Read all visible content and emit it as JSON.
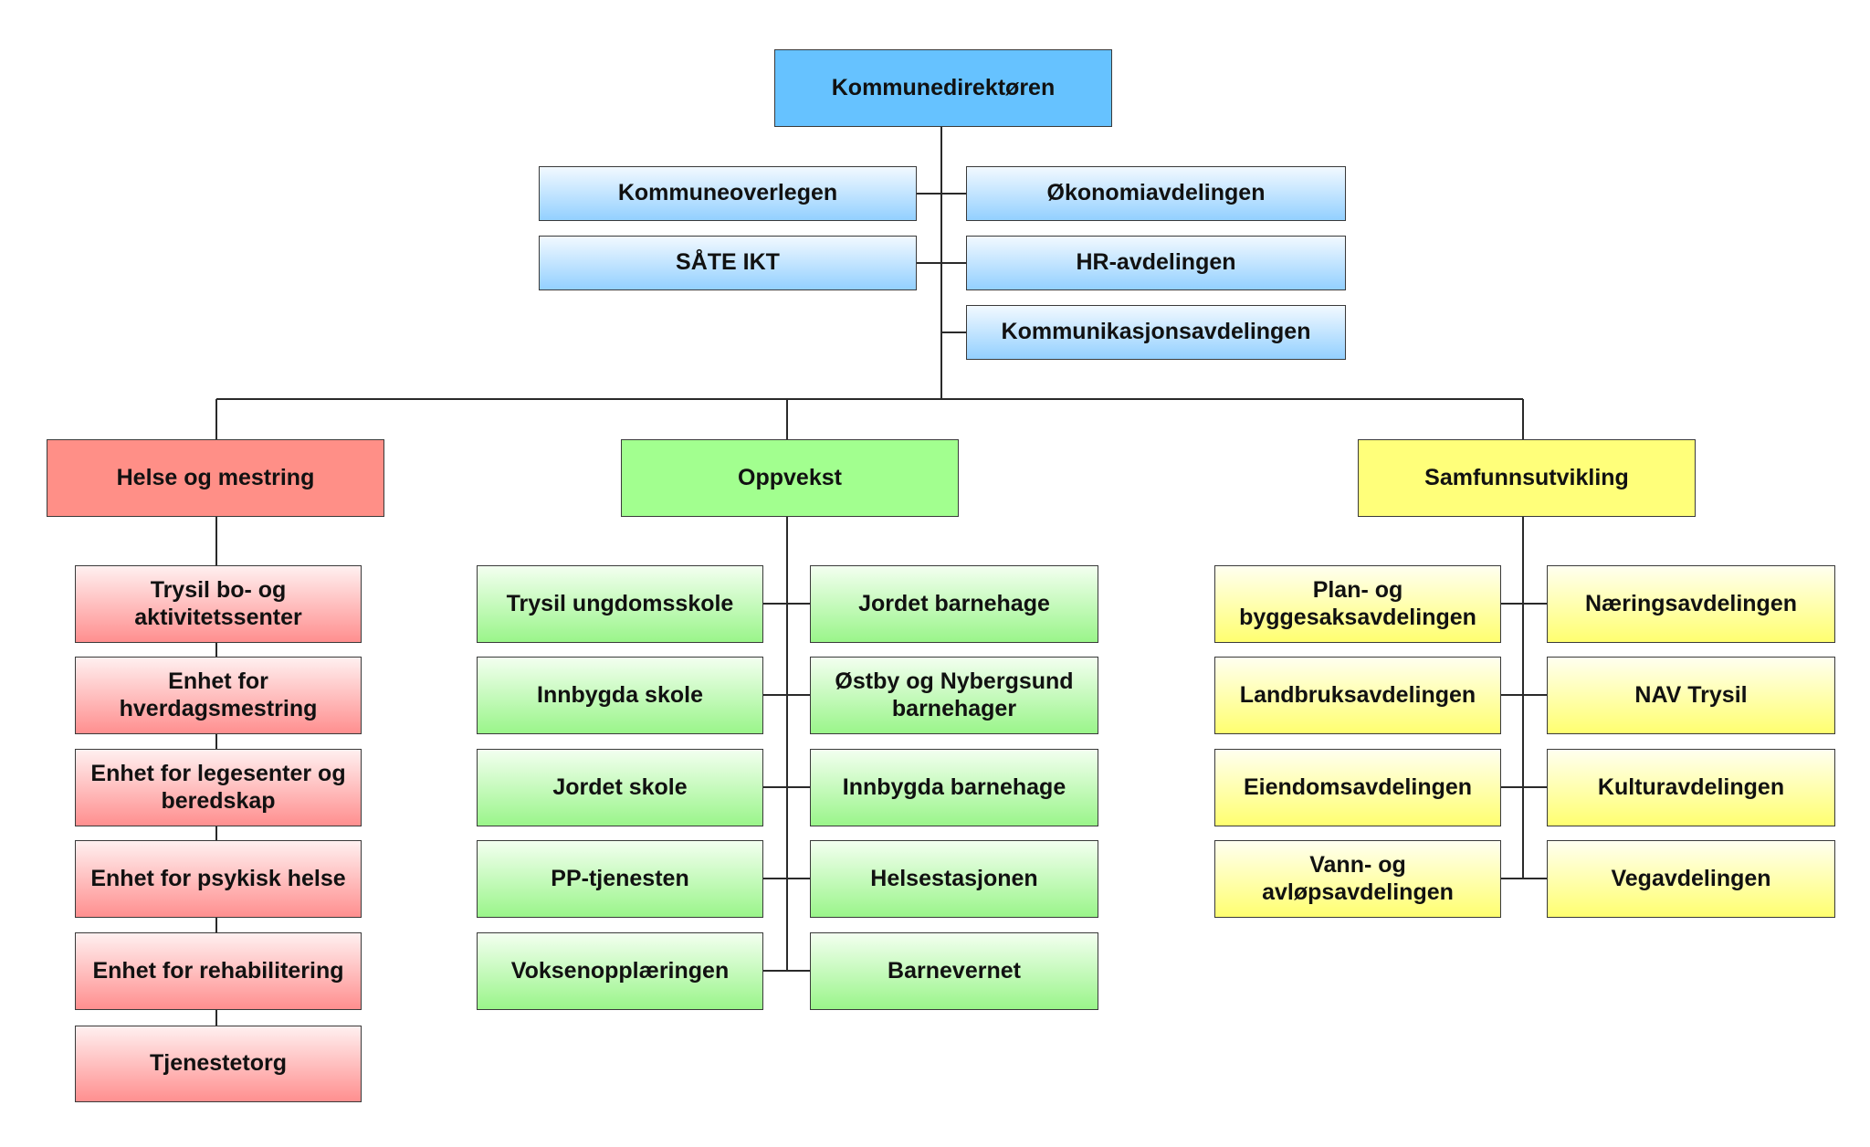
{
  "top": {
    "label": "Kommunedirektøren"
  },
  "staff_left": [
    {
      "label": "Kommuneoverlegen"
    },
    {
      "label": "SÅTE IKT"
    }
  ],
  "staff_right": [
    {
      "label": "Økonomiavdelingen"
    },
    {
      "label": "HR-avdelingen"
    },
    {
      "label": "Kommunikasjonsavdelingen"
    }
  ],
  "areas": {
    "helse": {
      "label": "Helse og mestring",
      "color": "#ff8f87",
      "units": [
        {
          "label": "Trysil bo- og aktivitetssenter"
        },
        {
          "label": "Enhet for hverdagsmestring"
        },
        {
          "label": "Enhet for legesenter og beredskap"
        },
        {
          "label": "Enhet for psykisk helse"
        },
        {
          "label": "Enhet for rehabilitering"
        },
        {
          "label": "Tjenestetorg"
        }
      ]
    },
    "oppvekst": {
      "label": "Oppvekst",
      "color": "#a2ff8f",
      "left_units": [
        {
          "label": "Trysil ungdomsskole"
        },
        {
          "label": "Innbygda skole"
        },
        {
          "label": "Jordet skole"
        },
        {
          "label": "PP-tjenesten"
        },
        {
          "label": "Voksenopplæringen"
        }
      ],
      "right_units": [
        {
          "label": "Jordet barnehage"
        },
        {
          "label": "Østby og Nybergsund barnehager"
        },
        {
          "label": "Innbygda barnehage"
        },
        {
          "label": "Helsestasjonen"
        },
        {
          "label": "Barnevernet"
        }
      ]
    },
    "samfunn": {
      "label": "Samfunnsutvikling",
      "color": "#ffff7a",
      "left_units": [
        {
          "label": "Plan- og byggesaksavdelingen"
        },
        {
          "label": "Landbruksavdelingen"
        },
        {
          "label": "Eiendomsavdelingen"
        },
        {
          "label": "Vann- og avløpsavdelingen"
        }
      ],
      "right_units": [
        {
          "label": "Næringsavdelingen"
        },
        {
          "label": "NAV Trysil"
        },
        {
          "label": "Kulturavdelingen"
        },
        {
          "label": "Vegavdelingen"
        }
      ]
    }
  }
}
